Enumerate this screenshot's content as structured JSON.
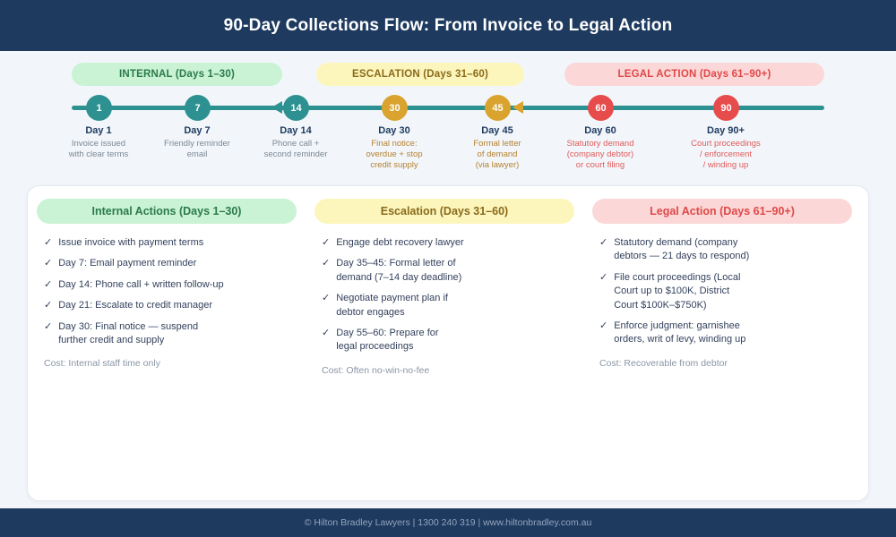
{
  "title": "90-Day Collections Flow: From Invoice to Legal Action",
  "colors": {
    "navy": "#1e3a5f",
    "teal": "#2e9191",
    "gold": "#d9a32e",
    "red": "#e74c4c",
    "cost": "#8b96a5",
    "page_bg": "#f2f6fa"
  },
  "check_glyph": "✓",
  "phase_pills": [
    {
      "label": "INTERNAL (Days 1–30)",
      "bg": "#c9f3d4",
      "text_color": "#2b7a4b"
    },
    {
      "label": "ESCALATION (Days 31–60)",
      "bg": "#fcf6bd",
      "text_color": "#8a6a1a"
    },
    {
      "label": "LEGAL ACTION (Days 61–90+)",
      "bg": "#fbd7d7",
      "text_color": "#e04848"
    }
  ],
  "timeline": {
    "nodes": [
      {
        "num": "1",
        "title": "Day 1",
        "desc": "Invoice issued\nwith clear terms",
        "color": "#2e9191",
        "desc_color": "#7b8794"
      },
      {
        "num": "7",
        "title": "Day 7",
        "desc": "Friendly reminder\nemail",
        "color": "#2e9191",
        "desc_color": "#7b8794"
      },
      {
        "num": "14",
        "title": "Day 14",
        "desc": "Phone call +\nsecond reminder",
        "color": "#2e9191",
        "desc_color": "#7b8794"
      },
      {
        "num": "30",
        "title": "Day 30",
        "desc": "Final notice:\noverdue + stop\ncredit supply",
        "color": "#d9a32e",
        "desc_color": "#b5812f"
      },
      {
        "num": "45",
        "title": "Day 45",
        "desc": "Formal letter\nof demand\n(via lawyer)",
        "color": "#d9a32e",
        "desc_color": "#b5812f"
      },
      {
        "num": "60",
        "title": "Day 60",
        "desc": "Statutory demand\n(company debtor)\nor court filing",
        "color": "#e74c4c",
        "desc_color": "#e05a5a"
      },
      {
        "num": "90",
        "title": "Day 90+",
        "desc": "Court proceedings\n/ enforcement\n/ winding up",
        "color": "#e74c4c",
        "desc_color": "#e05a5a"
      }
    ],
    "flow_arrows": [
      {
        "color": "#2e9191"
      },
      {
        "color": "#d9a32e"
      }
    ]
  },
  "cards": [
    {
      "title": "Internal Actions (Days 1–30)",
      "bg": "#c9f3d4",
      "text_color": "#2b7a4b",
      "items": [
        "Issue invoice with payment terms",
        "Day 7: Email payment reminder",
        "Day 14: Phone call + written follow-up",
        "Day 21: Escalate to credit manager",
        "Day 30: Final notice — suspend\nfurther credit and supply"
      ],
      "cost": "Cost: Internal staff time only"
    },
    {
      "title": "Escalation (Days 31–60)",
      "bg": "#fcf6bd",
      "text_color": "#8a6a1a",
      "items": [
        "Engage debt recovery lawyer",
        "Day 35–45: Formal letter of\ndemand (7–14 day deadline)",
        "Negotiate payment plan if\ndebtor engages",
        "Day 55–60: Prepare for\nlegal proceedings"
      ],
      "cost": "Cost: Often no-win-no-fee"
    },
    {
      "title": "Legal Action (Days 61–90+)",
      "bg": "#fbd7d7",
      "text_color": "#e04848",
      "items": [
        "Statutory demand (company\ndebtors — 21 days to respond)",
        "File court proceedings (Local\nCourt up to $100K, District\nCourt $100K–$750K)",
        "Enforce judgment: garnishee\norders, writ of levy, winding up"
      ],
      "cost": "Cost: Recoverable from debtor"
    }
  ],
  "footer": "© Hilton Bradley Lawyers | 1300 240 319 | www.hiltonbradley.com.au"
}
